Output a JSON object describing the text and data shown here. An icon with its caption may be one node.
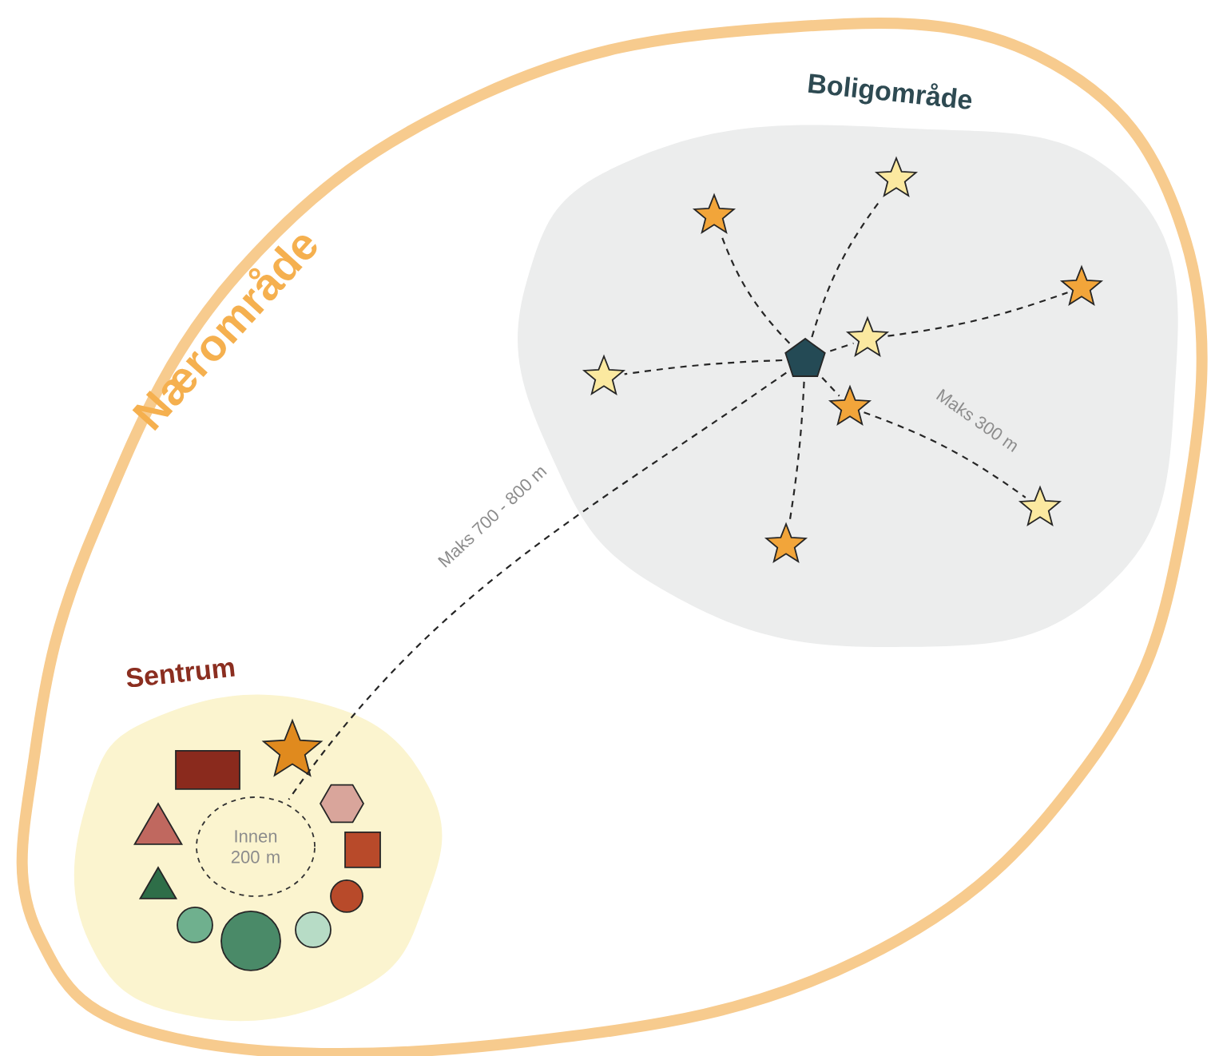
{
  "diagram": {
    "nodes": [
      {
        "text": [
          "Nærområde"
        ]
      },
      {
        "text": [
          "Boligområde"
        ],
        "in": 0
      },
      {
        "text": [
          "Sentrum"
        ],
        "in": 0
      },
      {
        "text": [
          "Innen 200 m"
        ],
        "in": 2
      },
      {
        "text": [],
        "shape": "pentagon",
        "in": 1
      },
      {
        "text": [],
        "shape": "star",
        "in": 1
      },
      {
        "text": [],
        "shape": "star",
        "in": 1
      },
      {
        "text": [],
        "shape": "star",
        "in": 1
      },
      {
        "text": [],
        "shape": "star",
        "in": 1
      },
      {
        "text": [],
        "shape": "star",
        "in": 1
      },
      {
        "text": [],
        "shape": "star",
        "in": 1
      },
      {
        "text": [],
        "shape": "star",
        "in": 1
      },
      {
        "text": [],
        "shape": "star",
        "in": 1
      },
      {
        "text": [],
        "shape": "box",
        "in": 2
      },
      {
        "text": [],
        "shape": "star",
        "in": 2
      },
      {
        "text": [],
        "shape": "hexagon",
        "in": 2
      },
      {
        "text": [],
        "shape": "triangle",
        "in": 2
      },
      {
        "text": [],
        "shape": "box",
        "in": 2
      },
      {
        "text": [],
        "shape": "triangle",
        "in": 2
      },
      {
        "text": [],
        "shape": "circle",
        "in": 2
      },
      {
        "text": [],
        "shape": "circle",
        "in": 2
      },
      {
        "text": [],
        "shape": "circle",
        "in": 2
      },
      {
        "text": [],
        "shape": "circle",
        "in": 2
      }
    ],
    "edges": [
      {
        "from": 4,
        "to": 5,
        "arrow": "none"
      },
      {
        "from": 4,
        "to": 6,
        "arrow": "none"
      },
      {
        "from": 4,
        "to": 8,
        "arrow": "none"
      },
      {
        "from": 8,
        "to": 7,
        "arrow": "none"
      },
      {
        "from": 4,
        "to": 9,
        "arrow": "none"
      },
      {
        "from": 4,
        "to": 10,
        "arrow": "none"
      },
      {
        "from": 10,
        "to": 11,
        "label": "Maks 300 m",
        "arrow": "none"
      },
      {
        "from": 4,
        "to": 12,
        "arrow": "none"
      },
      {
        "from": 4,
        "to": 3,
        "label": "Maks 700 - 800 m",
        "arrow": "none"
      }
    ]
  }
}
